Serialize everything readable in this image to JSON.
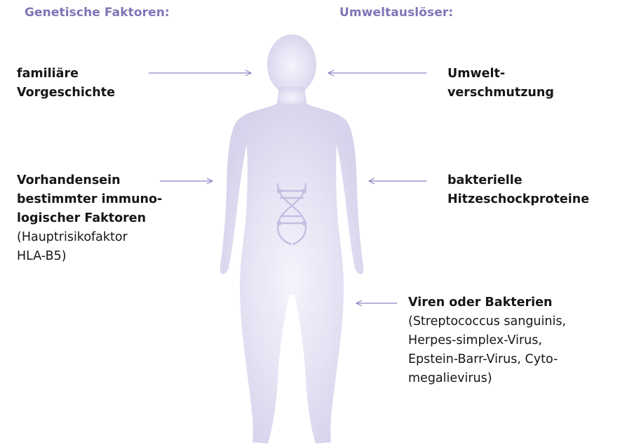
{
  "headings": {
    "genetic": "Genetische Faktoren:",
    "environmental": "Umweltauslöser:"
  },
  "genetic_factors": [
    {
      "title_lines": [
        "familiäre",
        "Vorgeschichte"
      ],
      "detail_lines": []
    },
    {
      "title_lines": [
        "Vorhandensein",
        "bestimmter immuno-",
        "logischer Faktoren"
      ],
      "detail_lines": [
        "(Hauptrisikofaktor",
        "HLA-B5)"
      ]
    }
  ],
  "environmental_factors": [
    {
      "title_lines": [
        "Umwelt-",
        "verschmutzung"
      ],
      "detail_lines": []
    },
    {
      "title_lines": [
        "bakterielle",
        "Hitzeschockproteine"
      ],
      "detail_lines": []
    },
    {
      "title_lines": [
        "Viren oder Bakterien"
      ],
      "detail_lines": [
        "(Streptococcus sanguinis,",
        "Herpes-simplex-Virus,",
        "Epstein-Barr-Virus, Cyto-",
        "megalievirus)"
      ]
    }
  ],
  "icons": {
    "figure": "human-silhouette-icon",
    "dna": "dna-helix-icon",
    "arrow": "arrow-icon"
  },
  "colors": {
    "heading": "#7d76b7",
    "arrow": "#8a84c4",
    "figure_light": "#f3f1fb",
    "figure_dark": "#d9d5ee",
    "dna": "#c4bee2"
  }
}
